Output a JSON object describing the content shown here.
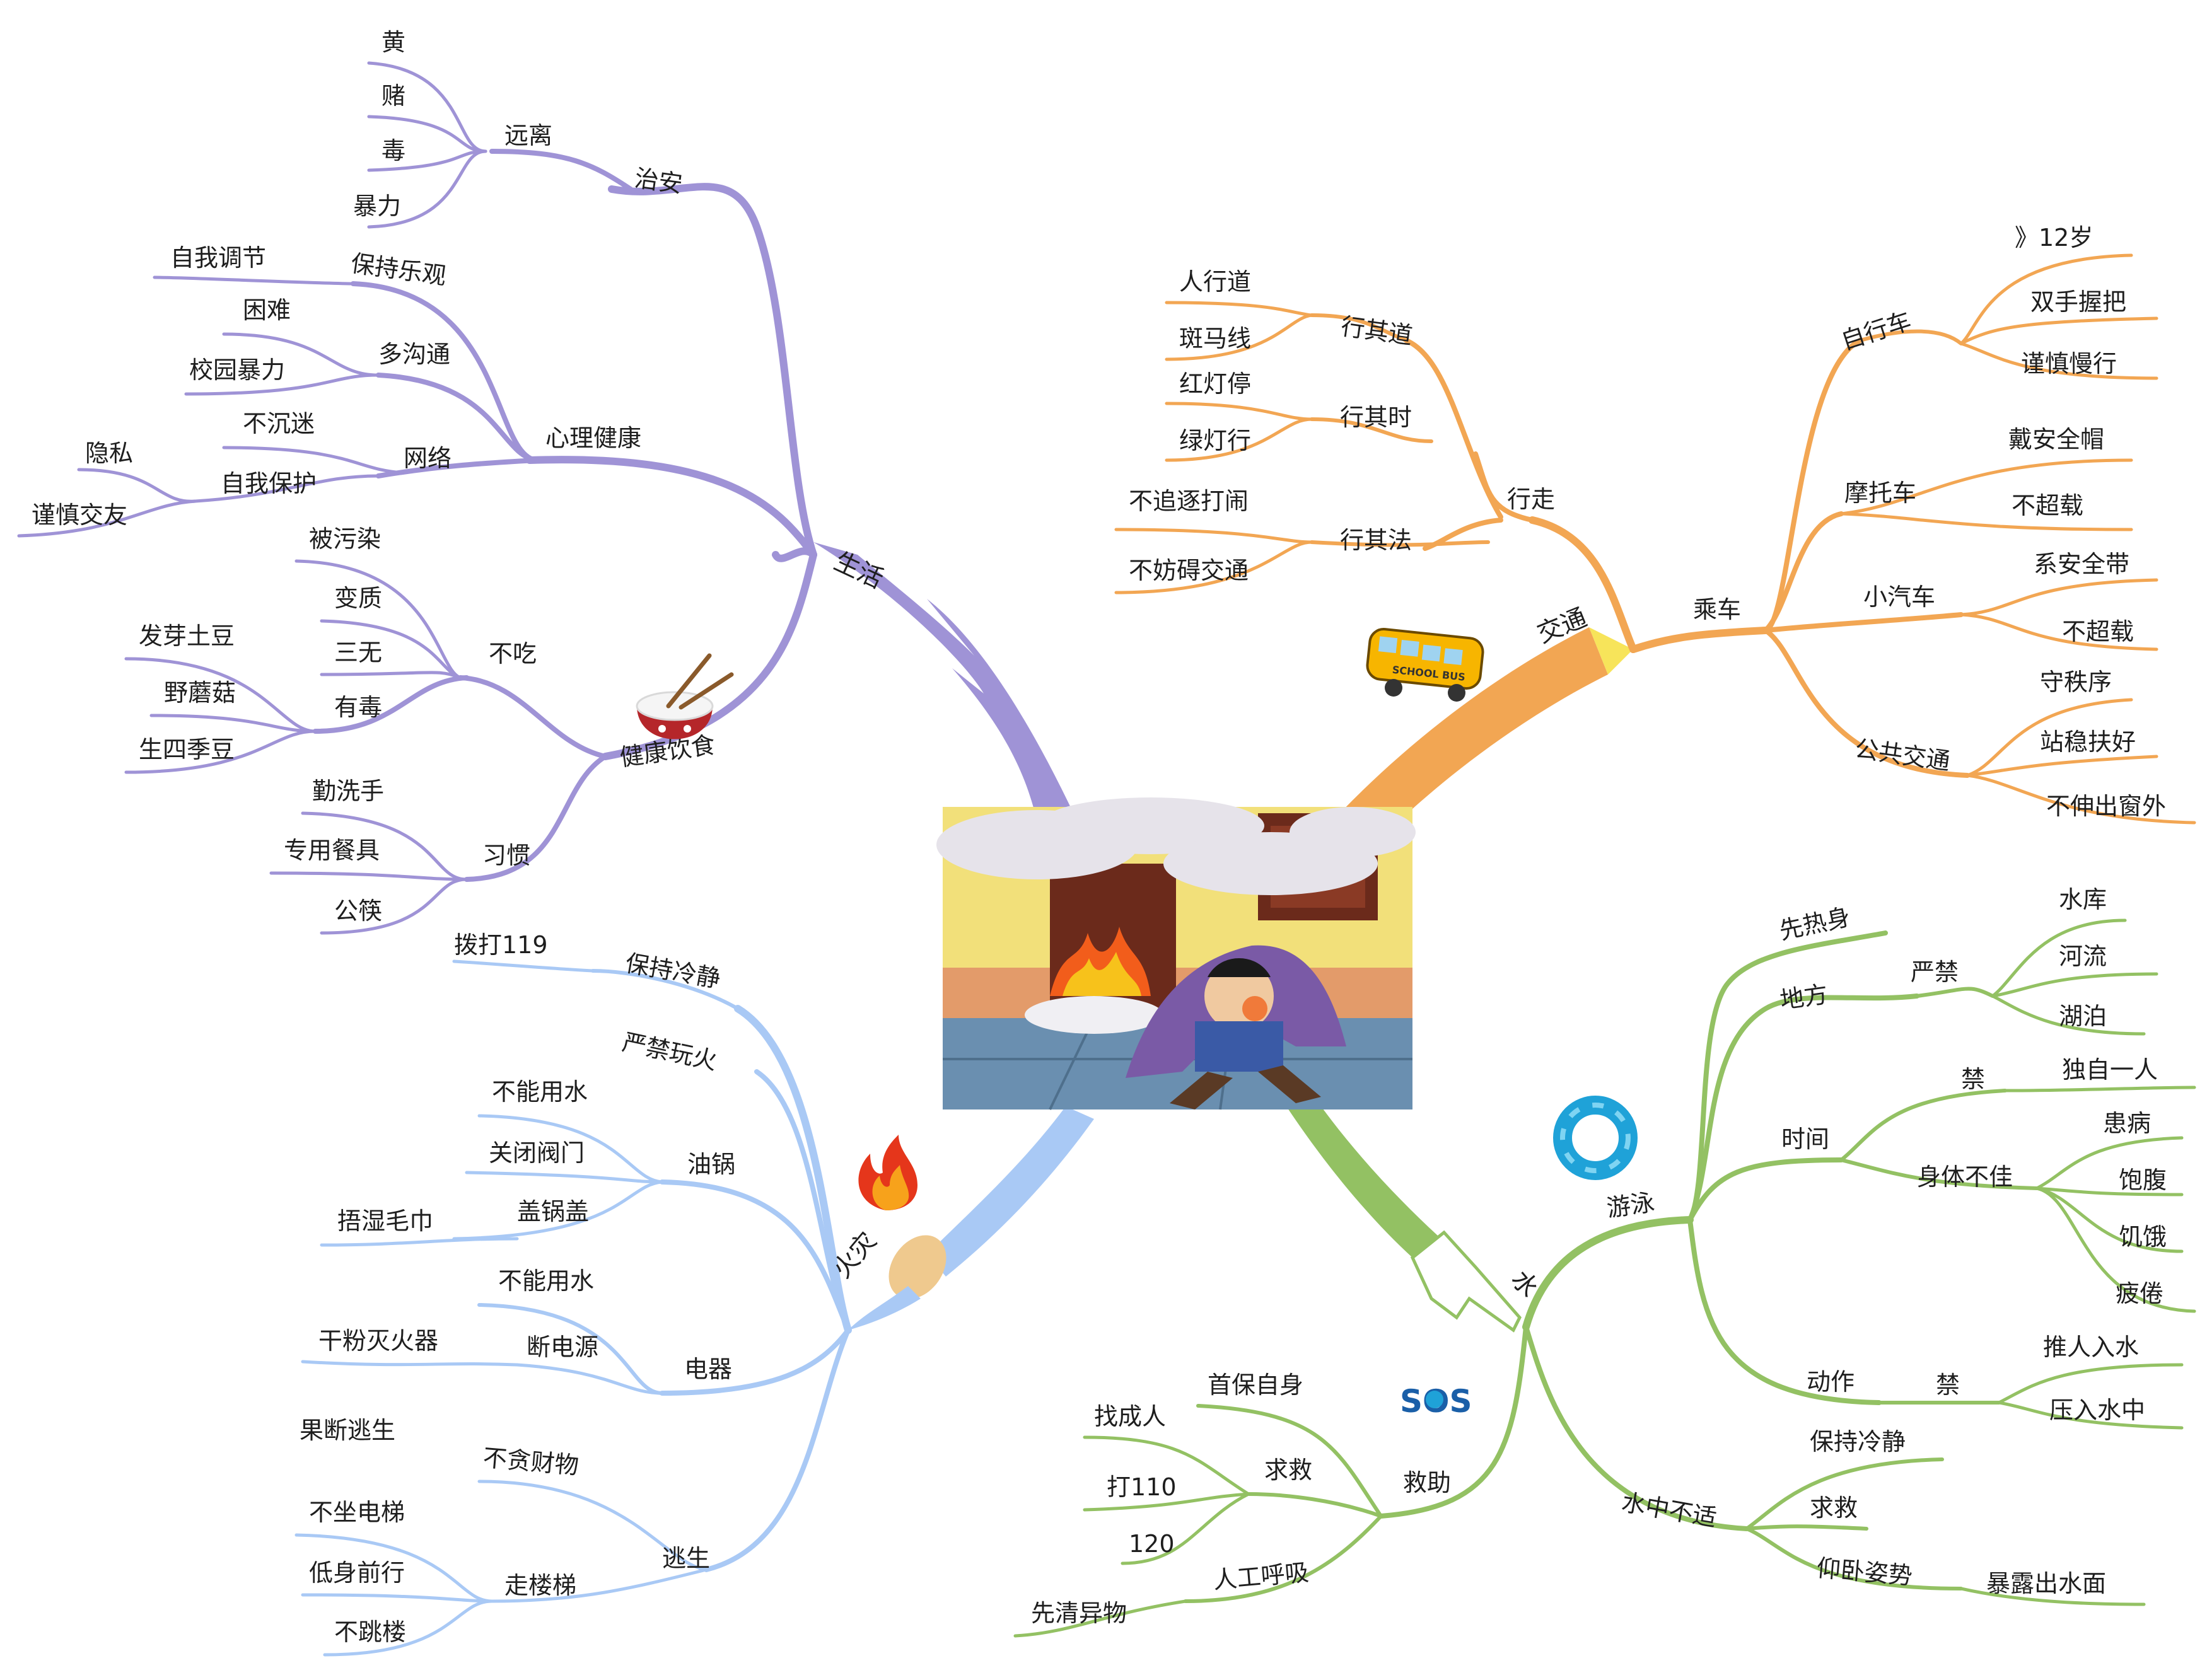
{
  "colors": {
    "life": "#9f93d6",
    "traffic": "#f2a653",
    "fire": "#a9c9f5",
    "water": "#93c163"
  },
  "icons": {
    "food": "rice-bowl-icon",
    "traffic": "school-bus-icon",
    "fire": "flame-icon",
    "water": "swim-ring-icon",
    "rescue": "sos-icon"
  },
  "center": {
    "image": "child-escaping-fire-illustration"
  },
  "sos_text": "SOS",
  "bus_text": "SCHOOL BUS",
  "branches": {
    "life": {
      "label": "生活",
      "zhian": {
        "label": "治安",
        "yuanli": {
          "label": "远离",
          "items": [
            "黄",
            "赌",
            "毒",
            "暴力"
          ]
        }
      },
      "xinli": {
        "label": "心理健康",
        "lequan": {
          "label": "保持乐观",
          "items": [
            "自我调节"
          ]
        },
        "goutong": {
          "label": "多沟通",
          "items": [
            "困难",
            "校园暴力"
          ]
        },
        "wangluo": {
          "label": "网络",
          "chenmi": "不沉迷",
          "baohu": {
            "label": "自我保护",
            "items": [
              "隐私",
              "谨慎交友"
            ]
          }
        }
      },
      "yinshi": {
        "label": "健康饮食",
        "buchi": {
          "label": "不吃",
          "items": [
            "被污染",
            "变质",
            "三无"
          ],
          "youdu": {
            "label": "有毒",
            "items": [
              "发芽土豆",
              "野蘑菇",
              "生四季豆"
            ]
          }
        },
        "xiguan": {
          "label": "习惯",
          "items": [
            "勤洗手",
            "专用餐具",
            "公筷"
          ]
        }
      }
    },
    "traffic": {
      "label": "交通",
      "xingzou": {
        "label": "行走",
        "qidao": {
          "label": "行其道",
          "items": [
            "人行道",
            "斑马线"
          ]
        },
        "qishi": {
          "label": "行其时",
          "items": [
            "红灯停",
            "绿灯行"
          ]
        },
        "qifa": {
          "label": "行其法",
          "items": [
            "不追逐打闹",
            "不妨碍交通"
          ]
        }
      },
      "chengche": {
        "label": "乘车",
        "zixingche": {
          "label": "自行车",
          "items": [
            "》12岁",
            "双手握把",
            "谨慎慢行"
          ]
        },
        "motuo": {
          "label": "摩托车",
          "items": [
            "戴安全帽",
            "不超载"
          ]
        },
        "qiche": {
          "label": "小汽车",
          "items": [
            "系安全带",
            "不超载"
          ]
        },
        "gongjiao": {
          "label": "公共交通",
          "items": [
            "守秩序",
            "站稳扶好",
            "不伸出窗外"
          ]
        }
      }
    },
    "fire": {
      "label": "火灾",
      "lengjing": {
        "label": "保持冷静",
        "items": [
          "拨打119"
        ]
      },
      "wanhuo": {
        "label": "严禁玩火"
      },
      "youguo": {
        "label": "油锅",
        "items": [
          "不能用水",
          "关闭阀门",
          "盖锅盖"
        ]
      },
      "maojin": "捂湿毛巾",
      "dianqi": {
        "label": "电器",
        "items": [
          "不能用水"
        ],
        "duandian": {
          "label": "断电源",
          "items": [
            "干粉灭火器"
          ]
        }
      },
      "taosheng": {
        "label": "逃生",
        "tancai": {
          "label": "不贪财物",
          "items": [
            "果断逃生"
          ]
        },
        "louti": {
          "label": "走楼梯",
          "items": [
            "不坐电梯",
            "低身前行",
            "不跳楼"
          ]
        }
      }
    },
    "water": {
      "label": "水",
      "youyong": {
        "label": "游泳",
        "rehen": {
          "label": "先热身"
        },
        "difang": {
          "label": "地方",
          "yanjin": {
            "label": "严禁",
            "items": [
              "水库",
              "河流",
              "湖泊"
            ]
          }
        },
        "shijian": {
          "label": "时间",
          "jin": {
            "label": "禁",
            "items": [
              "独自一人"
            ]
          },
          "shenti": {
            "label": "身体不佳",
            "items": [
              "患病",
              "饱腹",
              "饥饿",
              "疲倦"
            ]
          }
        },
        "dongzuo": {
          "label": "动作",
          "jin": {
            "label": "禁",
            "items": [
              "推人入水",
              "压入水中"
            ]
          }
        }
      },
      "buzhi": {
        "label": "水中不适",
        "items": [
          "保持冷静",
          "求救"
        ],
        "yangwo": {
          "label": "仰卧姿势",
          "items": [
            "暴露出水面"
          ]
        }
      },
      "jiuzhu": {
        "label": "救助",
        "zibao": {
          "label": "首保自身"
        },
        "qiujiu": {
          "label": "求救",
          "items": [
            "找成人",
            "打110",
            "120"
          ]
        },
        "huxi": {
          "label": "人工呼吸",
          "items": [
            "先清异物"
          ]
        }
      }
    }
  }
}
